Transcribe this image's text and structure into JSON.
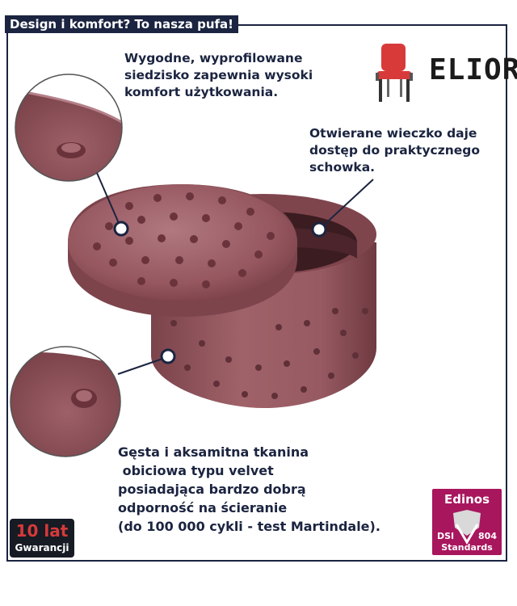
{
  "header": {
    "title": "Design i komfort? To nasza pufa!"
  },
  "callouts": {
    "seat": "Wygodne, wyprofilowane\nsiedzisko zapewnia wysoki\nkomfort użytkowania.",
    "lid": "Otwierane wieczko daje\ndostęp do praktycznego\nschowka.",
    "fabric": "Gęsta i aksamitna tkanina\n obiciowa typu velvet\nposiadająca bardzo dobrą\nodporność na ścieranie\n(do 100 000 cykli - test Martindale)."
  },
  "brand": {
    "name": "ELIOR",
    "icon": "chair-icon"
  },
  "badges": {
    "guarantee": {
      "big": "10 lat",
      "small": "Gwarancji"
    },
    "edinos": {
      "top": "Edinos",
      "left": "DSI",
      "right": "804",
      "bottom": "Standards"
    }
  },
  "colors": {
    "navy": "#1b2440",
    "velvet": "#9a5b63",
    "velvet_dark": "#6d3a42",
    "badge_red": "#d63a3a",
    "edinos": "#a8165e"
  }
}
